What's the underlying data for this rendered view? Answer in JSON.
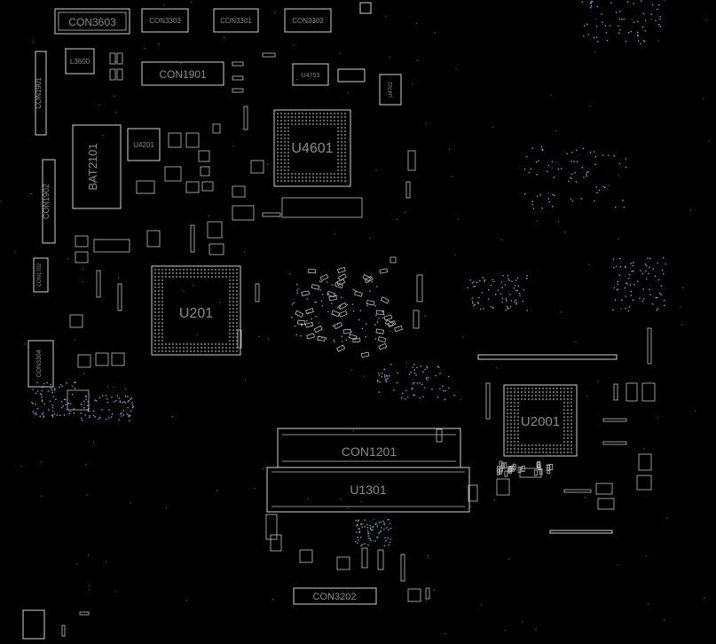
{
  "colors": {
    "background": "#000000",
    "outline": "#cfcfcf",
    "label": "#8a8a8a",
    "via": "#5fb3c9"
  },
  "components": {
    "con3603": "CON3603",
    "con3303": "CON3303",
    "con3301": "CON3301",
    "con3302": "CON3302",
    "l3600": "L3600",
    "con1901": "CON1901",
    "u4703": "U4703",
    "u4702": "U4702",
    "u4601": "U4601",
    "con1901_side": "CON1901",
    "bat2101": "BAT2101",
    "u4201": "U4201",
    "con1902": "CON1902",
    "con1702": "CON1702",
    "u201": "U201",
    "con3304": "CON3304",
    "u2001": "U2001",
    "con1201": "CON1201",
    "u1301": "U1301",
    "con3202": "CON3202"
  }
}
